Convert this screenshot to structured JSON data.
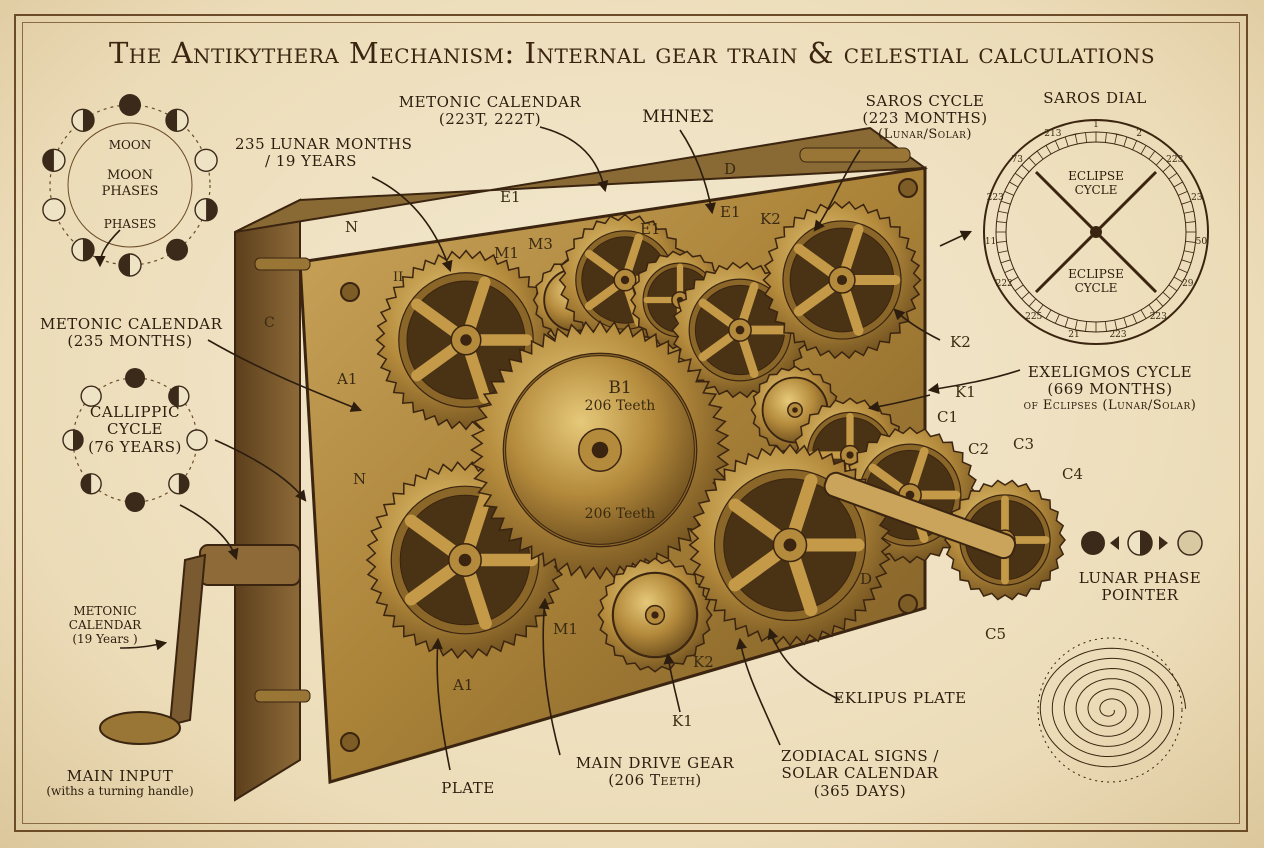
{
  "title": "The Antikythera Mechanism: Internal gear train & celestial calculations",
  "colors": {
    "parchment": "#efe3c6",
    "ink": "#2c1d0e",
    "brass": "#b48a3c",
    "brass_dark": "#6e4f1e",
    "wood": "#7a5a30"
  },
  "labels": {
    "moon_phases": {
      "top": "MOON",
      "mid": "MOON",
      "mid2": "PHASES",
      "bottom": "PHASES"
    },
    "lunar_months": {
      "l1": "235 LUNAR MONTHS",
      "l2": "/ 19 YEARS"
    },
    "metonic_top": {
      "l1": "METONIC CALENDAR",
      "l2": "(223T, 222T)"
    },
    "menes": "ΜΗΝΕΣ",
    "saros_cycle": {
      "l1": "SAROS CYCLE",
      "l2": "(223 MONTHS)",
      "l3": "(Lunar/Solar)"
    },
    "saros_dial": {
      "title": "SAROS DIAL",
      "eclipse1": "ECLIPSE",
      "cycle1": "CYCLE",
      "eclipse2": "ECLIPSE",
      "cycle2": "CYCLE"
    },
    "metonic_left": {
      "l1": "METONIC CALENDAR",
      "l2": "(235 MONTHS)"
    },
    "callippic": {
      "l1": "CALLIPPIC",
      "l2": "CYCLE",
      "l3": "(76 YEARS)"
    },
    "metonic_small": {
      "l1": "METONIC",
      "l2": "CALENDAR",
      "l3": "(19 Years )"
    },
    "main_input": {
      "l1": "MAIN INPUT",
      "l2": "(withs a turning handle)"
    },
    "exeligmos": {
      "l1": "EXELIGMOS CYCLE",
      "l2": "(669 MONTHS)",
      "l3": "of Eclipses (Lunar/Solar)"
    },
    "lunar_phase_pointer": {
      "l1": "LUNAR PHASE",
      "l2": "POINTER"
    },
    "plate": "PLATE",
    "main_drive": {
      "l1": "MAIN DRIVE GEAR",
      "l2": "(206 Teeth)"
    },
    "zodiacal": {
      "l1": "ZODIACAL SIGNS /",
      "l2": "SOLAR CALENDAR",
      "l3": "(365 DAYS)"
    },
    "eklipus": "EKLIPUS PLATE",
    "b1": {
      "name": "B1",
      "teeth_top": "206 Teeth",
      "teeth_bottom": "206 Teeth"
    }
  },
  "gear_letters": {
    "e1a": "E1",
    "e1b": "E1",
    "e1c": "E1",
    "m3": "M3",
    "m1a": "M1",
    "m1b": "M1",
    "ii": "II",
    "n1": "N",
    "n2": "N",
    "d1": "D",
    "d2": "D",
    "k2a": "K2",
    "k2b": "K2",
    "k2c": "K2",
    "k1a": "K1",
    "k1b": "K1",
    "c1": "C1",
    "c2": "C2",
    "c3": "C3",
    "c4": "C4",
    "c5": "C5",
    "a1a": "A1",
    "a1b": "A1",
    "c_side": "C"
  },
  "saros_dial_numbers": [
    "1",
    "2",
    "223",
    "23",
    "50",
    "29",
    "223",
    "223",
    "21",
    "225",
    "222",
    "11",
    "223",
    "73",
    "213"
  ]
}
